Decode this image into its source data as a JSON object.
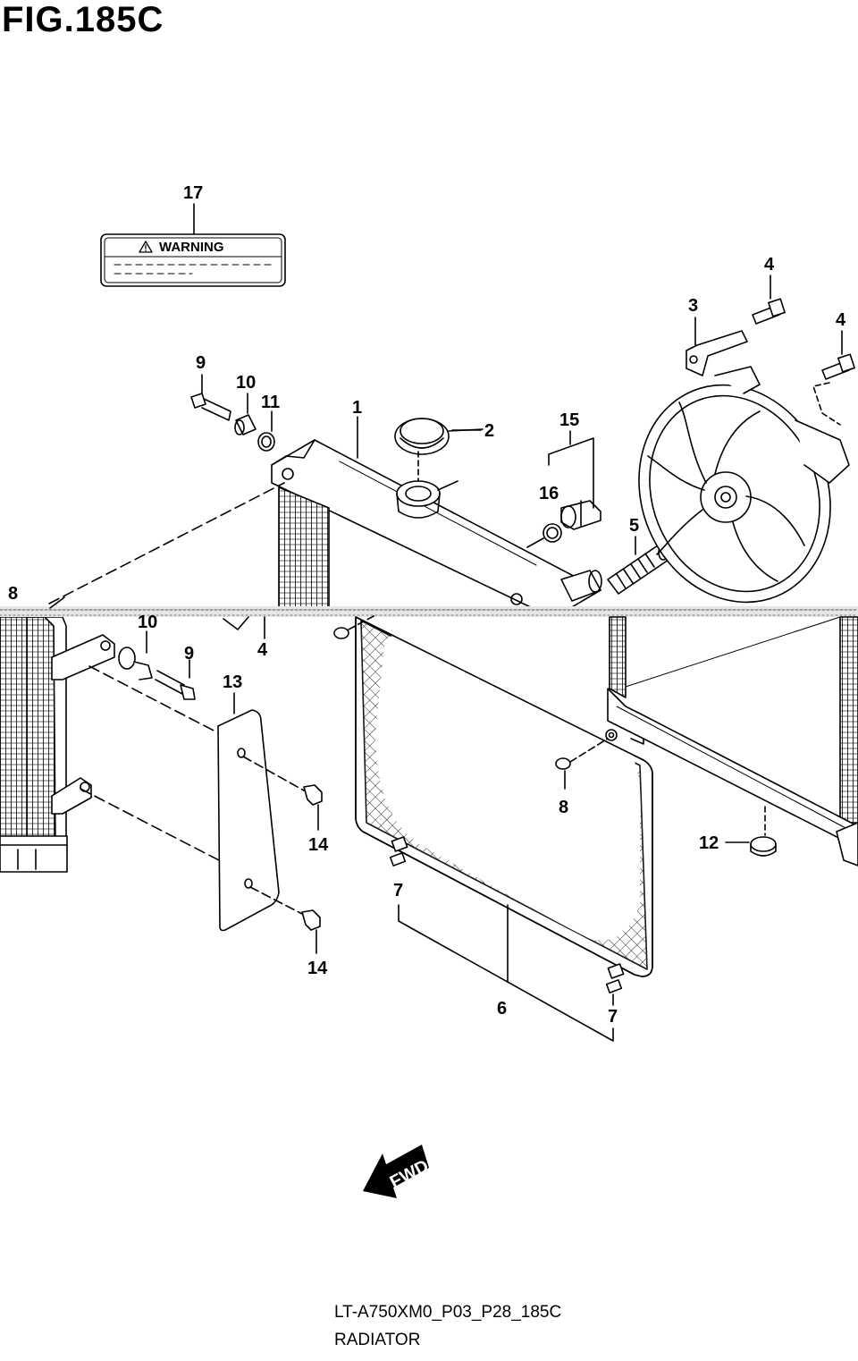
{
  "figure": {
    "title": "FIG.185C",
    "code": "LT-A750XM0_P03_P28_185C",
    "name": "RADIATOR"
  },
  "label_sticker": {
    "heading": "WARNING"
  },
  "fwd_arrow": {
    "text": "FWD"
  },
  "callouts": {
    "c1": "1",
    "c2": "2",
    "c3": "3",
    "c4a": "4",
    "c4b": "4",
    "c4c": "4",
    "c5": "5",
    "c6": "6",
    "c7a": "7",
    "c7b": "7",
    "c8a": "8",
    "c8b": "8",
    "c9a": "9",
    "c9b": "9",
    "c10a": "10",
    "c10b": "10",
    "c11": "11",
    "c12": "12",
    "c13": "13",
    "c14a": "14",
    "c14b": "14",
    "c15": "15",
    "c16": "16",
    "c17": "17"
  },
  "icons": {
    "warning": "warning-triangle-icon",
    "forward": "fwd-arrow-icon"
  }
}
